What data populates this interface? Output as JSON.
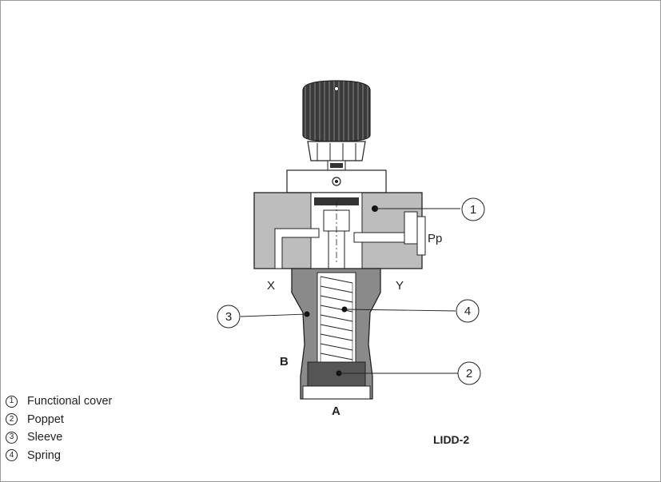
{
  "model_label": "LIDD-2",
  "ports": {
    "pp": "Pp",
    "x": "X",
    "y": "Y",
    "a": "A",
    "b": "B"
  },
  "callouts": [
    "1",
    "2",
    "3",
    "4"
  ],
  "legend": [
    {
      "num": "1",
      "label": "Functional cover"
    },
    {
      "num": "2",
      "label": "Poppet"
    },
    {
      "num": "3",
      "label": "Sleeve"
    },
    {
      "num": "4",
      "label": "Spring"
    }
  ]
}
